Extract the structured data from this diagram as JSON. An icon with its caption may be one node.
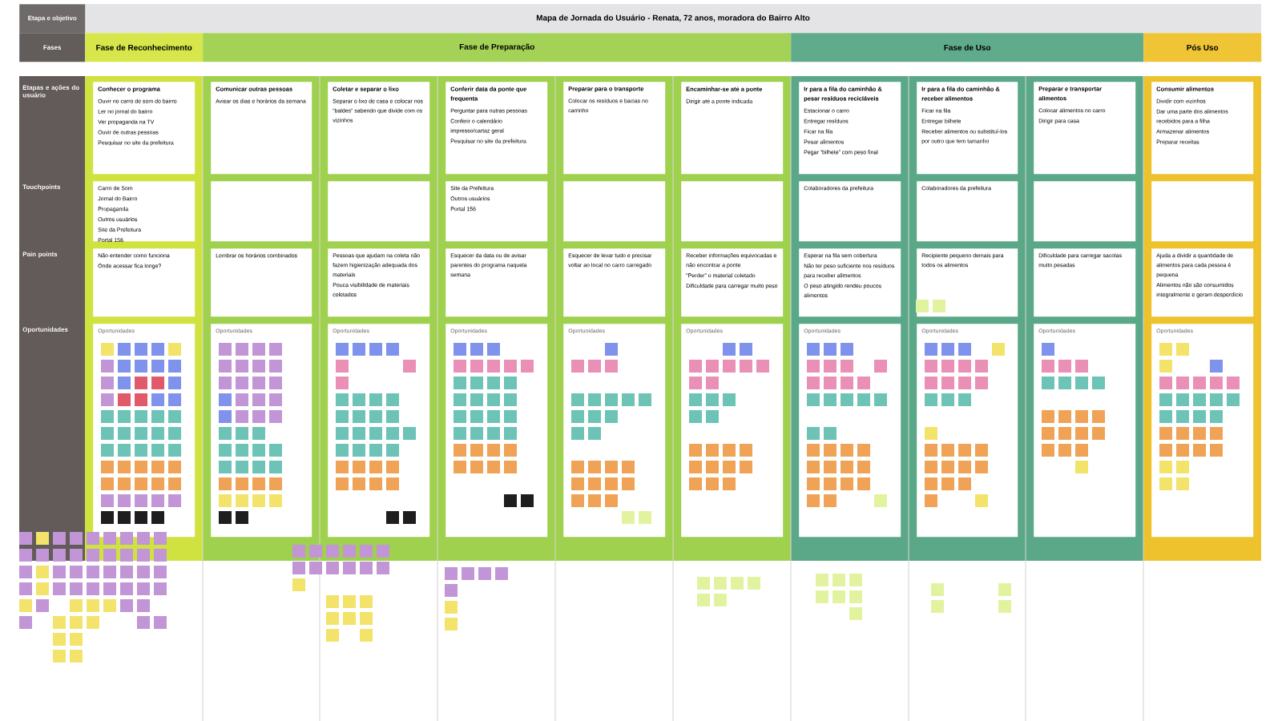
{
  "diagram": {
    "title": "Mapa de Jornada do Usuário - Renata, 72 anos, moradora do Bairro Alto",
    "nodes": [
      {
        "text": [
          "Etapa e objetivo"
        ]
      },
      {
        "text": [
          "Fases"
        ]
      },
      {
        "text": [
          "Fase de Reconhecimento"
        ]
      },
      {
        "text": [
          "Fase de Preparação"
        ]
      },
      {
        "text": [
          "Fase de Uso"
        ]
      },
      {
        "text": [
          "Pós Uso"
        ]
      },
      {
        "text": [
          "Conhecer o programa",
          "Ouvir no carro de som do bairro",
          "Ler no jornal do bairro",
          "Ver propaganda na TV",
          "Ouvir de outras pessoas",
          "Pesquisar no site da prefeitura"
        ]
      },
      {
        "text": [
          "Comunicar outras pessoas",
          "Avisar os dias e horários da semana"
        ]
      },
      {
        "text": [
          "Coletar e separar o lixo",
          "Separar o lixo de casa e colocar nos “baldes” sabendo que divide com os vizinhos"
        ]
      },
      {
        "text": [
          "Conferir data da ponte que frequenta",
          "Perguntar para outras pessoas",
          "Conferir o calendário impresso/cartaz geral",
          "Pesquisar no site da prefeitura"
        ]
      },
      {
        "text": [
          "Preparar para o transporte",
          "Colocar os resíduos e bacias no carrinho"
        ]
      },
      {
        "text": [
          "Encaminhar-se até a ponte",
          "Dirigir até a ponte indicada"
        ]
      },
      {
        "text": [
          "Ir para a fila do caminhão & pesar resíduos recicláveis",
          "Estacionar o carro",
          "Entregar resíduos",
          "Ficar na fila",
          "Pesar alimentos",
          "Pegar “bilhete” com peso final"
        ]
      },
      {
        "text": [
          "Ir para a fila do caminhão & receber alimentos",
          "Ficar na fila",
          "Entregar bilhete",
          "Receber alimentos ou substituí-los por outro que tem tamanho"
        ]
      },
      {
        "text": [
          "Preparar e transportar alimentos",
          "Colocar alimentos no carro",
          "Dirigir para casa"
        ]
      },
      {
        "text": [
          "Consumir alimentos",
          "Dividir com vizinhos",
          "Dar uma parte dos alimentos recebidos para a filha",
          "Armazenar alimentos",
          "Preparar receitas"
        ]
      },
      {
        "text": [
          "Carro de Som",
          "Jornal do Bairro",
          "Propaganda",
          "Outros usuários",
          "Site da Prefeitura",
          "Portal 156"
        ]
      },
      {
        "text": [],
        "shape": "box"
      },
      {
        "text": [],
        "shape": "box"
      },
      {
        "text": [
          "Site da Prefeitura",
          "Outros usuários",
          "Portal 156"
        ]
      },
      {
        "text": [],
        "shape": "box"
      },
      {
        "text": [],
        "shape": "box"
      },
      {
        "text": [
          "Colaboradores da prefeitura"
        ]
      },
      {
        "text": [
          "Colaboradores da prefeitura"
        ]
      },
      {
        "text": [],
        "shape": "box"
      },
      {
        "text": [],
        "shape": "box"
      },
      {
        "text": [
          "Não entender como funciona",
          "Onde acessar fica longe?"
        ]
      },
      {
        "text": [
          "Lembrar os horários combinados"
        ]
      },
      {
        "text": [
          "Pessoas que ajudam na coleta não fazem higienização adequada dos materiais",
          "Pouca visibilidade de materiais coletados"
        ]
      },
      {
        "text": [
          "Esquecer da data ou de avisar parentes do programa naquela semana"
        ]
      },
      {
        "text": [
          "Esquecer de levar tudo e precisar voltar ao local no carro carregado"
        ]
      },
      {
        "text": [
          "Receber informações equivocadas e não encontrar a ponte",
          "“Perder” o material coletado",
          "Dificuldade para carregar muito peso"
        ]
      },
      {
        "text": [
          "Esperar na fila sem cobertura",
          "Não ter peso suficiente nos resíduos para receber alimentos",
          "O peso atingido rendeu poucos alimentos"
        ]
      },
      {
        "text": [
          "Recipiente pequeno demais para todos os alimentos"
        ]
      },
      {
        "text": [
          "Dificuldade para carregar sacolas muito pesadas"
        ]
      },
      {
        "text": [
          "Ajuda a dividir a quantidade de alimentos para cada pessoa é pequena",
          "Alimentos não são consumidos integralmente e geram desperdício"
        ]
      },
      {
        "text": [
          "Oportunidades"
        ]
      },
      {
        "text": [
          "Oportunidades"
        ]
      },
      {
        "text": [
          "Oportunidades"
        ]
      },
      {
        "text": [
          "Oportunidades"
        ]
      },
      {
        "text": [
          "Oportunidades"
        ]
      },
      {
        "text": [
          "Oportunidades"
        ]
      },
      {
        "text": [
          "Oportunidades"
        ]
      },
      {
        "text": [
          "Oportunidades"
        ]
      },
      {
        "text": [
          "Oportunidades"
        ]
      },
      {
        "text": [
          "Oportunidades"
        ]
      }
    ],
    "labels": [
      "Etapas e ações do usuário",
      "Touchpoints",
      "Pain points",
      "Oportunidades"
    ]
  }
}
